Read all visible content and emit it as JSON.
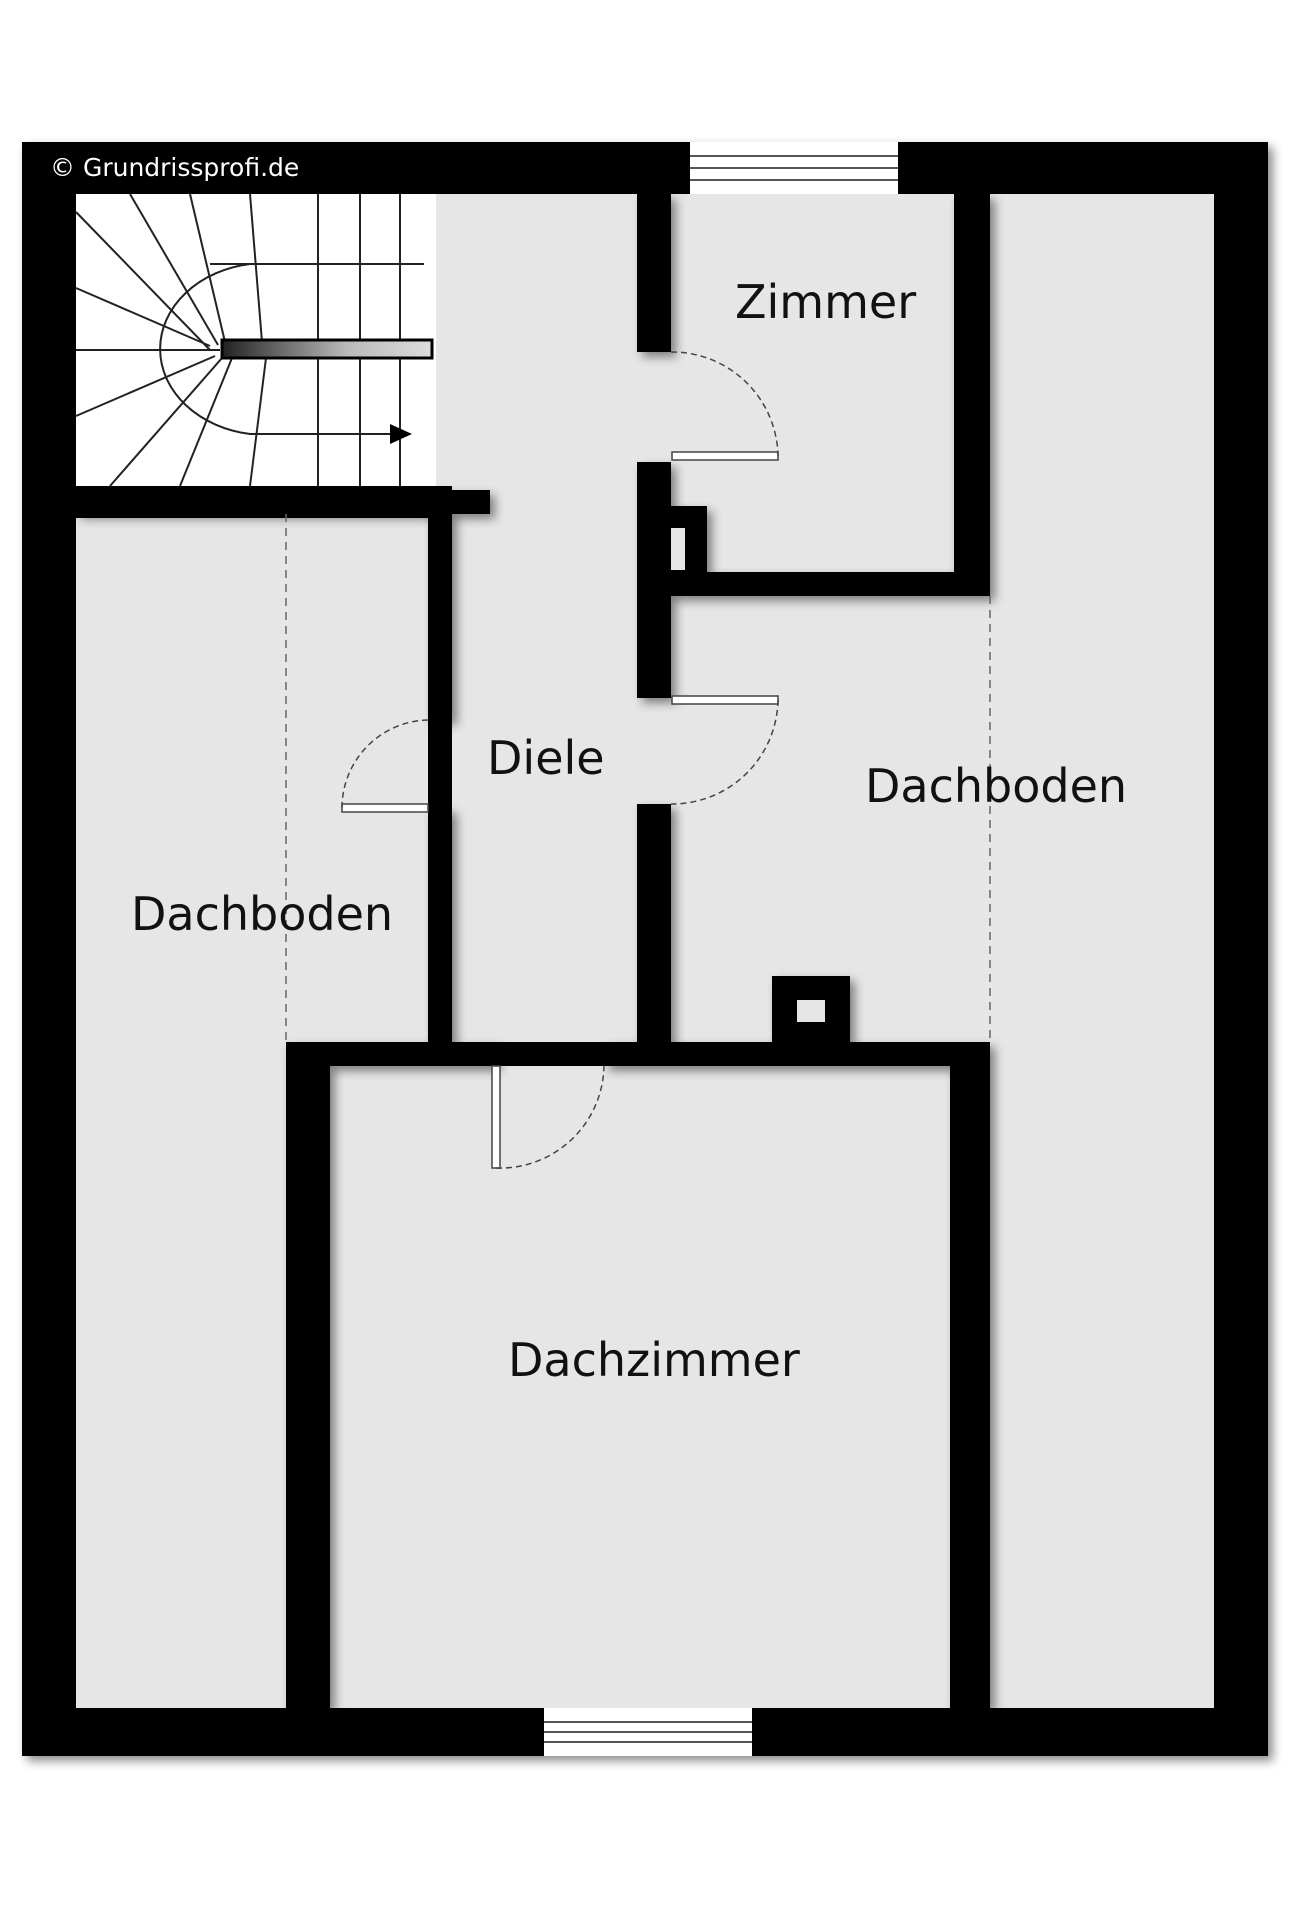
{
  "copyright": "© Grundrissprofi.de",
  "rooms": {
    "zimmer": "Zimmer",
    "diele": "Diele",
    "dachboden_right": "Dachboden",
    "dachboden_left": "Dachboden",
    "dachzimmer": "Dachzimmer"
  },
  "colors": {
    "wall": "#000000",
    "floor": "#e6e6e6",
    "background": "#ffffff"
  }
}
